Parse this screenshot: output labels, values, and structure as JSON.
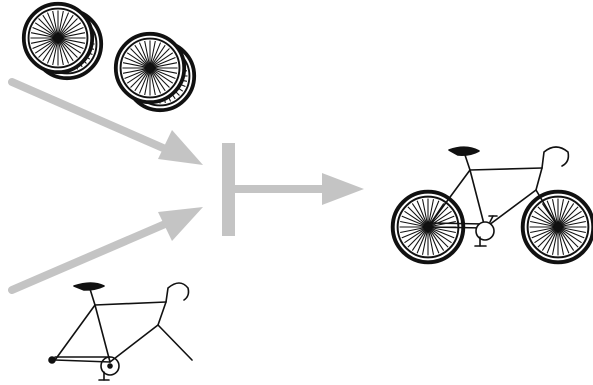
{
  "diagram": {
    "inputs": [
      {
        "name": "wheels",
        "icon": "wheel-pair-icon",
        "count": 4
      },
      {
        "name": "frame",
        "icon": "bicycle-frame-icon"
      }
    ],
    "junction": {
      "icon": "assembly-bar-icon"
    },
    "output": {
      "name": "bicycle",
      "icon": "complete-bicycle-icon"
    },
    "colors": {
      "arrow": "#c4c4c4",
      "ink": "#111111",
      "background": "#ffffff"
    }
  }
}
